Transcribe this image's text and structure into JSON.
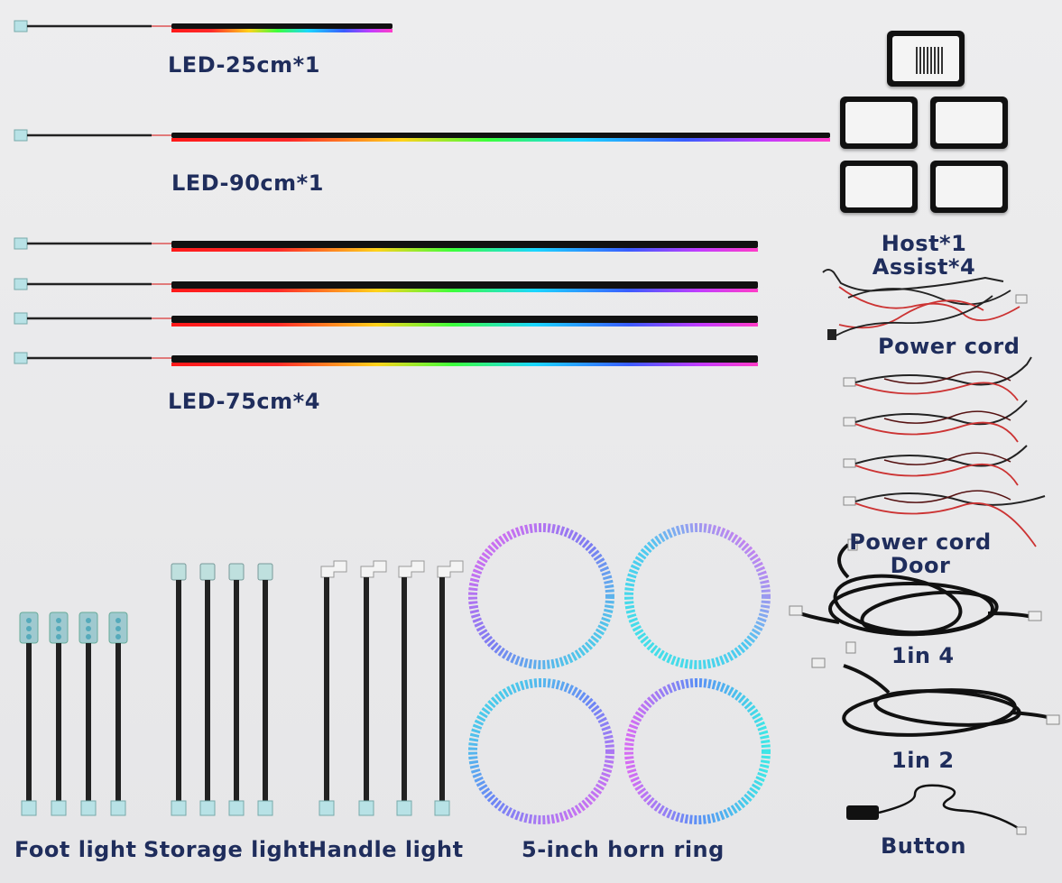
{
  "labels": {
    "led25": "LED-25cm*1",
    "led90": "LED-90cm*1",
    "led75": "LED-75cm*4",
    "host_line1": "Host*1",
    "host_line2": "Assist*4",
    "power_cord": "Power cord",
    "power_cord_door_line1": "Power cord",
    "power_cord_door_line2": "Door",
    "one_in_four": "1in 4",
    "one_in_two": "1in 2",
    "button": "Button",
    "foot_light": "Foot light",
    "storage_light": "Storage light",
    "handle_light": "Handle light",
    "horn_ring": "5-inch horn ring"
  },
  "colors": {
    "label_text": "#1f2d5c",
    "background": "#e9e9eb"
  }
}
